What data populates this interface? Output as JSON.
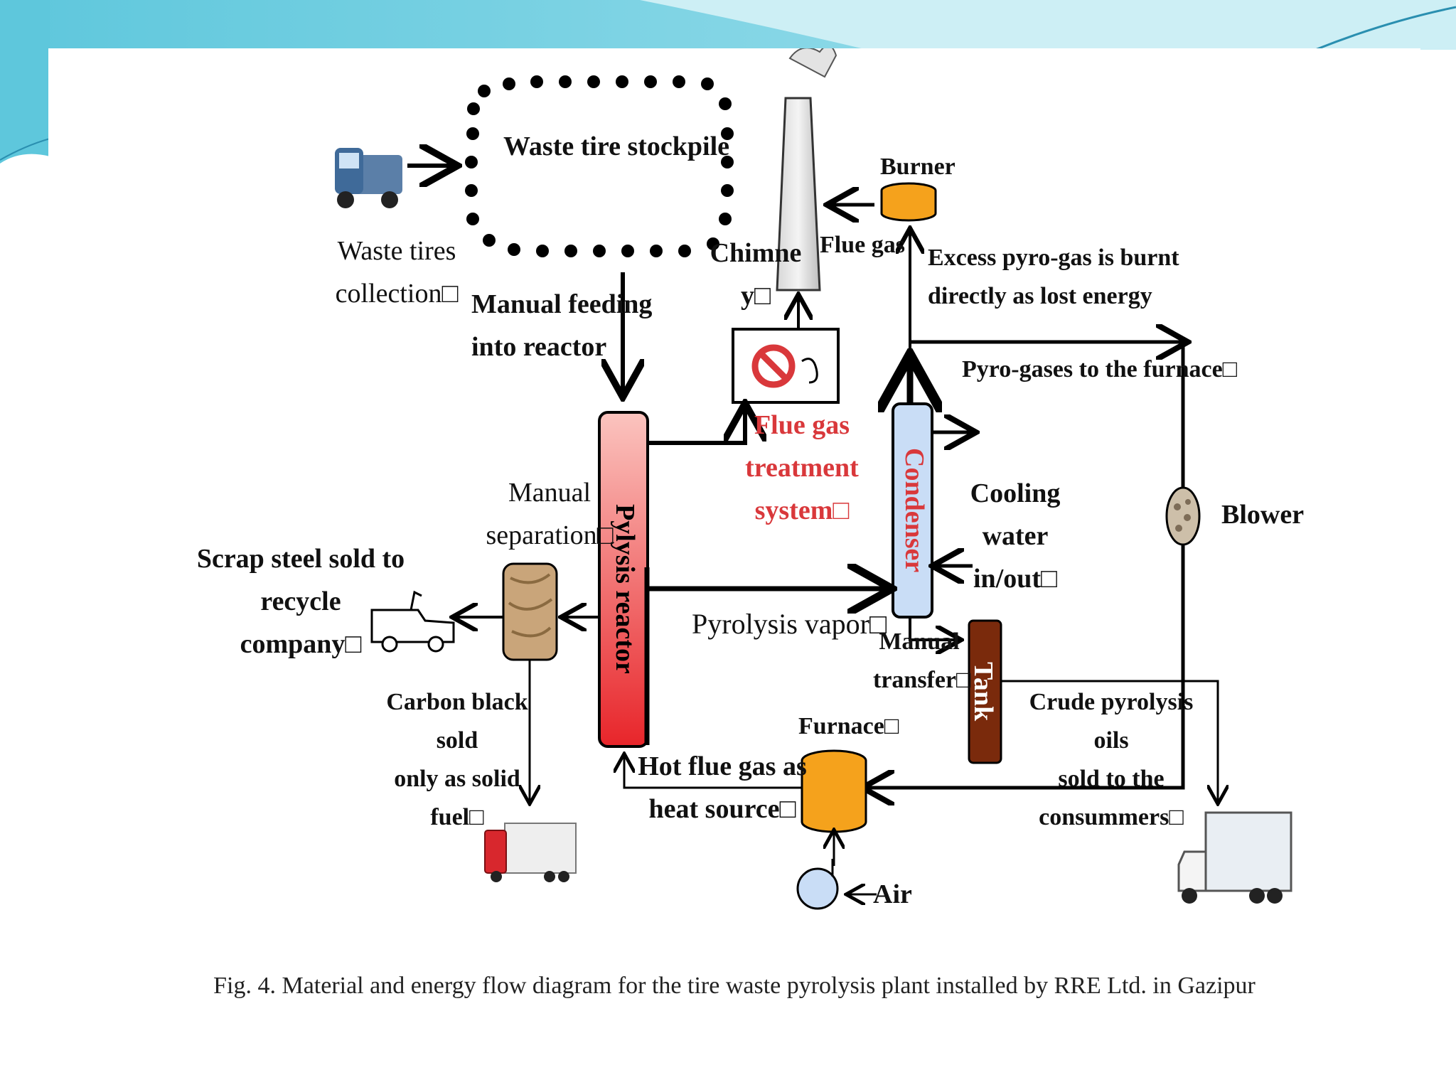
{
  "diagram": {
    "nodes": {
      "stockpile": "Waste tire\nstockpile",
      "collection": "Waste tires\ncollection□",
      "feeding": "Manual feeding\ninto reactor",
      "chimney": "Chimne\ny□",
      "flue_gas": "Flue gas",
      "burner": "Burner",
      "excess": "Excess pyro-gas is burnt\ndirectly as lost energy",
      "pyro_gases": "Pyro-gases to the furnace□",
      "flue_treatment": "Flue gas\ntreatment\nsystem□",
      "reactor": "Pylysis reactor",
      "condenser": "Condenser",
      "cooling": "Cooling water\nin/out□",
      "blower": "Blower",
      "separation": "Manual\nseparation□",
      "scrap": "Scrap steel sold to recycle\ncompany□",
      "vapor": "Pyrolysis vapor□",
      "manual_transfer": "Manual\ntransfer□",
      "tank": "Tank",
      "crude": "Crude pyrolysis oils\nsold to the consummers□",
      "carbon": "Carbon black sold\nonly as solid fuel□",
      "furnace": "Furnace□",
      "hot_flue": "Hot flue gas as\nheat source□",
      "air": "Air"
    },
    "caption": "Fig. 4. Material and energy flow diagram for the tire waste pyrolysis plant installed by RRE Ltd. in Gazipur"
  },
  "colors": {
    "banner": "#5ec7dc",
    "reactor": "#e8252a",
    "condenser": "#c9ddf6",
    "tank": "#7a2a0c",
    "burner": "#f5a21c",
    "furnace": "#f5a21c",
    "treatment": "#d9383b"
  }
}
